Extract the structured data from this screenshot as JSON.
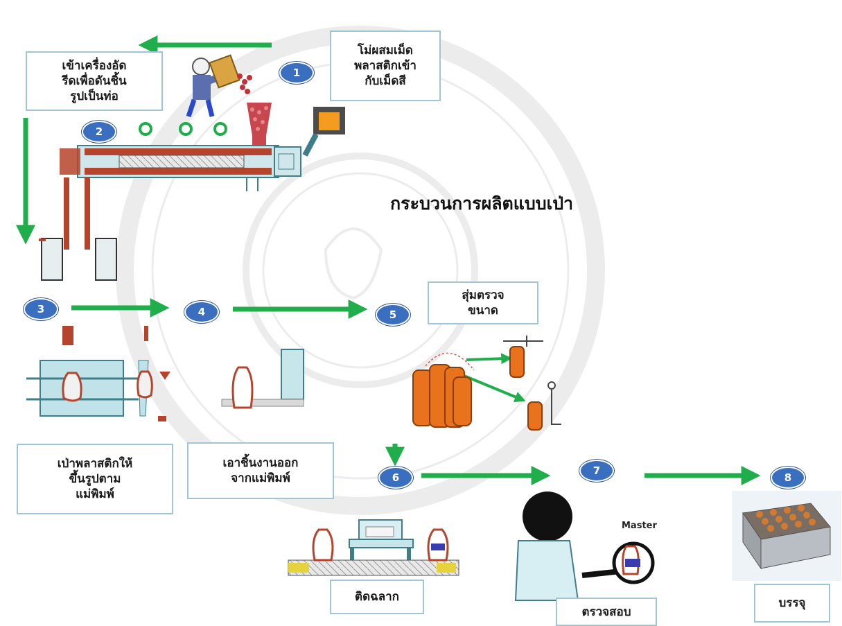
{
  "title": "กระบวนการผลิตแบบเป่า",
  "steps": [
    {
      "num": "1",
      "label": "โม่ผสมเม็ด\nพลาสติกเข้า\nกับเม็ดสี"
    },
    {
      "num": "2",
      "label": "เข้าเครื่องอัด\nรีดเพื่อดันชิ้น\nรูปเป็นท่อ"
    },
    {
      "num": "3",
      "label": "เป่าพลาสติกให้\nขึ้นรูปตาม\nแม่พิมพ์"
    },
    {
      "num": "4",
      "label": "เอาชิ้นงานออก\nจากแม่พิมพ์"
    },
    {
      "num": "5",
      "label": "สุ่มตรวจ\nขนาด"
    },
    {
      "num": "6",
      "label": "ติดฉลาก"
    },
    {
      "num": "7",
      "label": "ตรวจสอบ"
    },
    {
      "num": "8",
      "label": "บรรจุ"
    }
  ],
  "master_label": "Master",
  "colors": {
    "arrow": "#1fae4b",
    "step_badge": "#3a6fbf",
    "box_border": "#9fc6d6",
    "machine_red": "#b5442c",
    "bottle_orange": "#e8731c",
    "watermark": "#c9c9c9"
  }
}
